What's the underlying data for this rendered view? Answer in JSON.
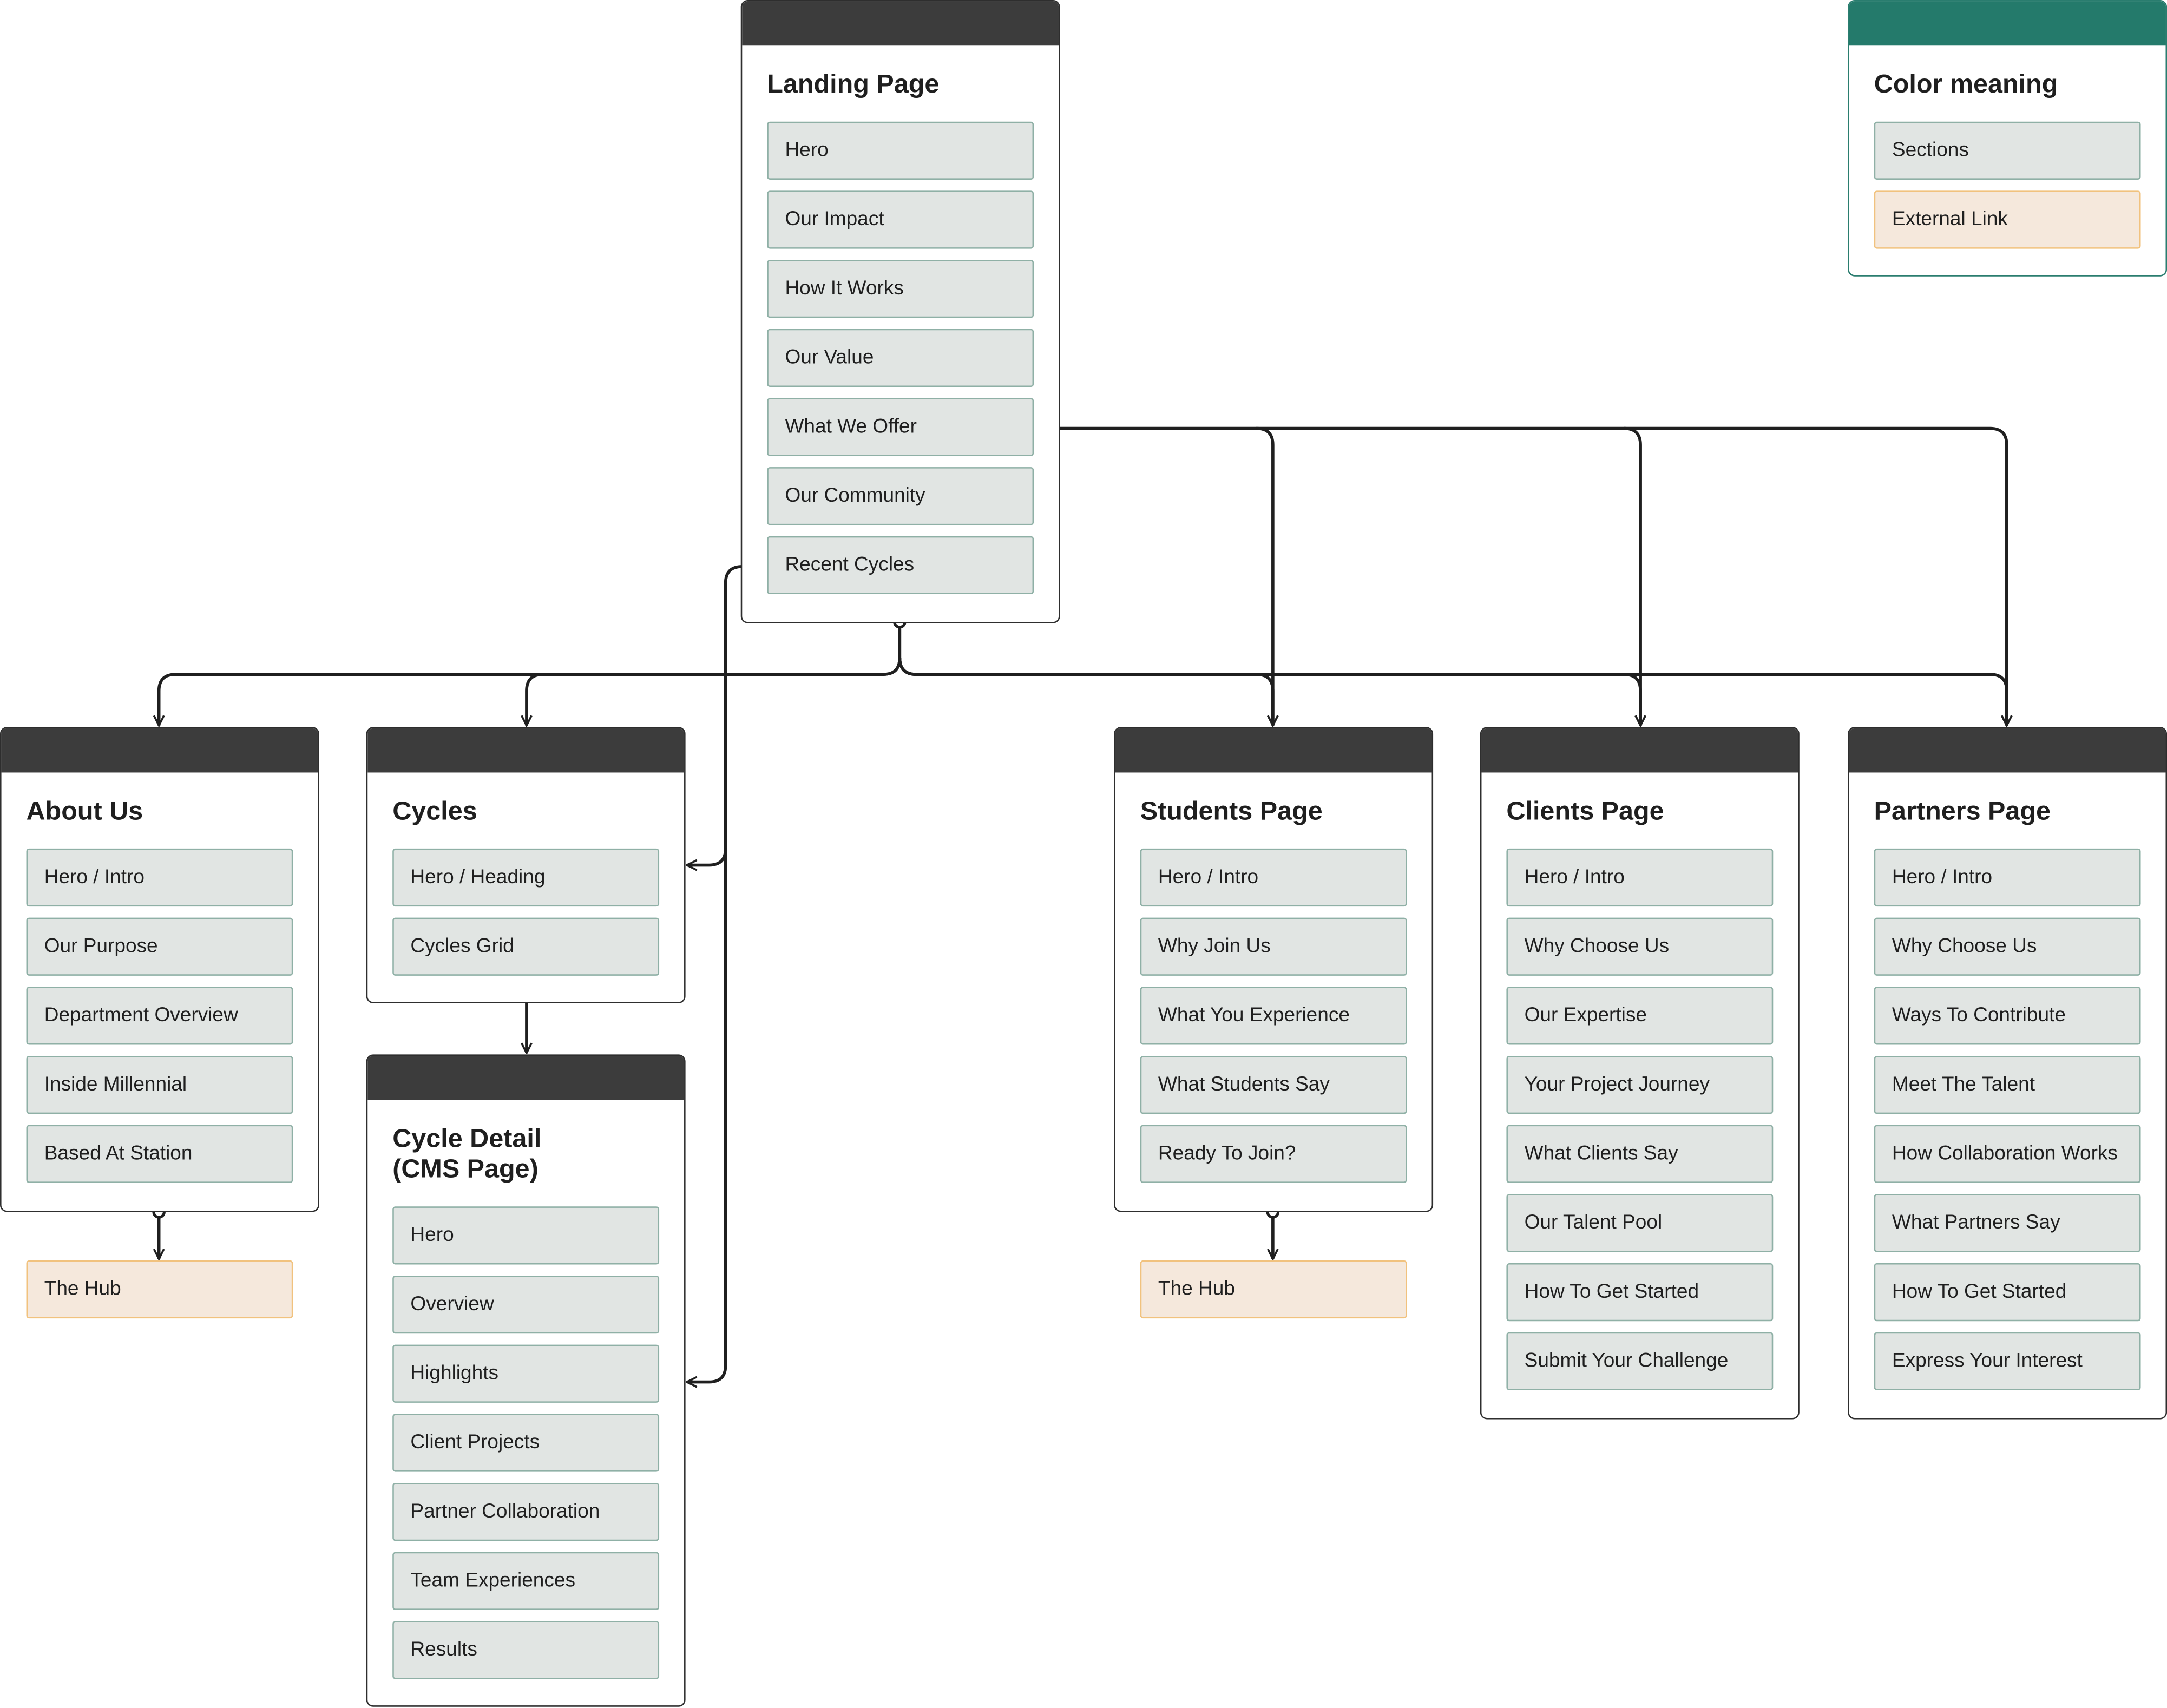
{
  "colors": {
    "header_dark": "#3c3c3c",
    "header_legend": "#247a6b",
    "section_fill": "#e1e5e3",
    "section_border": "#8fb0a6",
    "external_fill": "#f5e8dc",
    "external_border": "#f1c27e",
    "connector": "#1f1f1f"
  },
  "legend": {
    "title": "Color meaning",
    "items": [
      "Sections",
      "External Link"
    ]
  },
  "landing": {
    "title": "Landing Page",
    "items": [
      "Hero",
      "Our Impact",
      "How It Works",
      "Our Value",
      "What We Offer",
      "Our Community",
      "Recent Cycles"
    ]
  },
  "about": {
    "title": "About Us",
    "items": [
      "Hero / Intro",
      "Our Purpose",
      "Department Overview",
      "Inside Millennial",
      "Based At Station"
    ],
    "external": "The Hub"
  },
  "cycles": {
    "title": "Cycles",
    "items": [
      "Hero / Heading",
      "Cycles Grid"
    ]
  },
  "cycle_detail": {
    "title": "Cycle Detail\n(CMS Page)",
    "items": [
      "Hero",
      "Overview",
      "Highlights",
      "Client Projects",
      "Partner Collaboration",
      "Team Experiences",
      "Results"
    ]
  },
  "students": {
    "title": "Students Page",
    "items": [
      "Hero / Intro",
      "Why Join Us",
      "What You Experience",
      "What Students Say",
      "Ready To Join?"
    ],
    "external": "The Hub"
  },
  "clients": {
    "title": "Clients Page",
    "items": [
      "Hero / Intro",
      "Why Choose Us",
      "Our Expertise",
      "Your Project Journey",
      "What Clients Say",
      "Our Talent Pool",
      "How To Get Started",
      "Submit Your Challenge"
    ]
  },
  "partners": {
    "title": "Partners Page",
    "items": [
      "Hero / Intro",
      "Why Choose Us",
      "Ways To Contribute",
      "Meet The Talent",
      "How Collaboration Works",
      "What Partners Say",
      "How To Get Started",
      "Express Your Interest"
    ]
  }
}
